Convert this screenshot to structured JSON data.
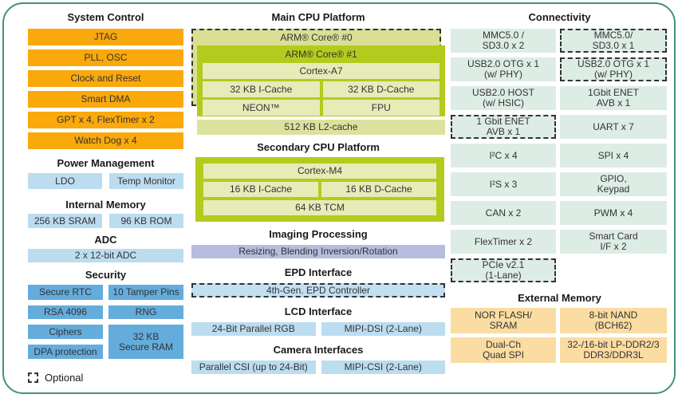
{
  "palette": {
    "frame_border": "#44907F",
    "orange": "#F9A90C",
    "light_blue": "#BCDCF0",
    "medium_blue": "#64ACDC",
    "green": "#B3CB1D",
    "inner_green": "#E6EBB8",
    "pale_green": "#D9DF93",
    "l2_green": "#DCE29E",
    "purple": "#B7BDDF",
    "teal": "#DDEDE5",
    "peach": "#FBDCA2"
  },
  "legend": {
    "optional_label": "Optional"
  },
  "left": {
    "system_control": {
      "title": "System Control",
      "items": [
        "JTAG",
        "PLL, OSC",
        "Clock and Reset",
        "Smart DMA",
        "GPT x 4, FlexTimer x 2",
        "Watch Dog x 4"
      ]
    },
    "power_management": {
      "title": "Power Management",
      "ldo": "LDO",
      "temp": "Temp Monitor"
    },
    "internal_memory": {
      "title": "Internal Memory",
      "sram": "256 KB SRAM",
      "rom": "96 KB ROM"
    },
    "adc": {
      "title": "ADC",
      "item": "2 x 12-bit ADC"
    },
    "security": {
      "title": "Security",
      "secure_rtc": "Secure RTC",
      "tamper_pins": "10 Tamper Pins",
      "rsa": "RSA 4096",
      "rng": "RNG",
      "ciphers": "Ciphers",
      "secure_ram": "32 KB\nSecure RAM",
      "dpa": "DPA protection"
    }
  },
  "middle": {
    "main_cpu": {
      "title": "Main CPU Platform",
      "core0": "ARM® Core® #0",
      "core1": "ARM® Core® #1",
      "cortex": "Cortex-A7",
      "icache": "32 KB I-Cache",
      "dcache": "32 KB D-Cache",
      "neon": "NEON™",
      "fpu": "FPU",
      "l2": "512 KB L2-cache"
    },
    "secondary_cpu": {
      "title": "Secondary CPU Platform",
      "cortex": "Cortex-M4",
      "icache": "16 KB I-Cache",
      "dcache": "16 KB D-Cache",
      "tcm": "64 KB TCM"
    },
    "imaging": {
      "title": "Imaging Processing",
      "item": "Resizing, Blending Inversion/Rotation"
    },
    "epd": {
      "title": "EPD Interface",
      "item": "4th-Gen. EPD Controller",
      "optional": true
    },
    "lcd": {
      "title": "LCD Interface",
      "items": [
        "24-Bit Parallel RGB",
        "MIPI-DSI (2-Lane)"
      ]
    },
    "camera": {
      "title": "Camera Interfaces",
      "items": [
        "Parallel CSI (up to 24-Bit)",
        "MIPI-CSI (2-Lane)"
      ]
    }
  },
  "right": {
    "connectivity": {
      "title": "Connectivity",
      "cells": [
        {
          "text": "MMC5.0 /\nSD3.0 x 2",
          "optional": false
        },
        {
          "text": "MMC5.0/\nSD3.0 x 1",
          "optional": true
        },
        {
          "text": "USB2.0 OTG x 1\n(w/ PHY)",
          "optional": false
        },
        {
          "text": "USB2.0 OTG x 1\n(w/ PHY)",
          "optional": true
        },
        {
          "text": "USB2.0 HOST\n(w/ HSIC)",
          "optional": false
        },
        {
          "text": "1Gbit ENET\nAVB x 1",
          "optional": false
        },
        {
          "text": "1 Gbit ENET\nAVB x 1",
          "optional": true
        },
        {
          "text": "UART x 7",
          "optional": false
        },
        {
          "text": "I²C x 4",
          "optional": false
        },
        {
          "text": "SPI x 4",
          "optional": false
        },
        {
          "text": "I²S x 3",
          "optional": false
        },
        {
          "text": "GPIO,\nKeypad",
          "optional": false
        },
        {
          "text": "CAN x 2",
          "optional": false
        },
        {
          "text": "PWM x 4",
          "optional": false
        },
        {
          "text": "FlexTimer x 2",
          "optional": false
        },
        {
          "text": "Smart Card\nI/F x 2",
          "optional": false
        },
        {
          "text": "PCIe v2.1\n(1-Lane)",
          "optional": true
        }
      ]
    },
    "external_memory": {
      "title": "External Memory",
      "items": [
        "NOR FLASH/\nSRAM",
        "8-bit NAND\n(BCH62)",
        "Dual-Ch\nQuad SPI",
        "32-/16-bit LP-DDR2/3\nDDR3/DDR3L"
      ]
    }
  }
}
